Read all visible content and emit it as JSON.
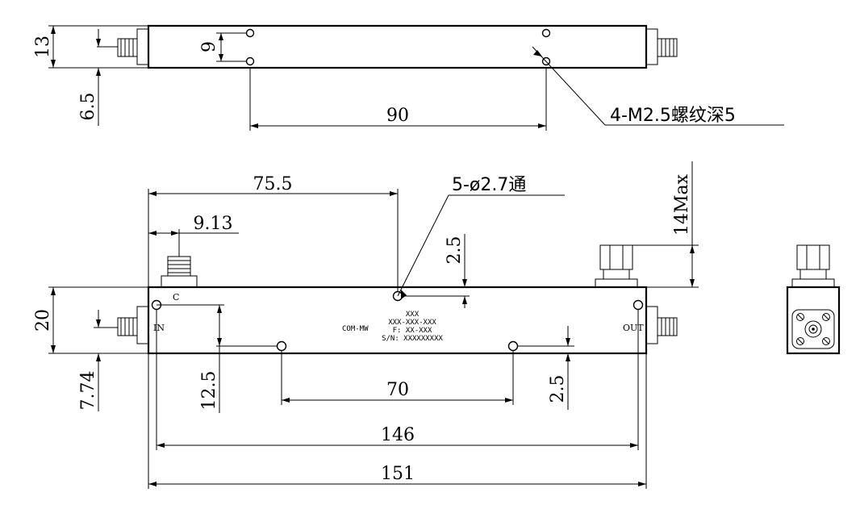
{
  "dimensions": {
    "top_height": "13",
    "top_offset": "6.5",
    "top_hole_spacing": "9",
    "top_hole_pitch": "90",
    "thread_callout": "4-M2.5螺纹深5",
    "front_left_to_hole": "75.5",
    "connector_offset": "9.13",
    "through_holes": "5-ø2.7通",
    "max_height": "14Max",
    "hole_top_offset": "2.5",
    "body_height": "20",
    "port_height": "7.74",
    "hole_side_offset": "12.5",
    "hole_pitch": "70",
    "hole_bottom_offset": "2.5",
    "hole_span": "146",
    "overall_length": "151"
  },
  "labels": {
    "coupled_port": "C",
    "input_port": "IN",
    "output_port": "OUT",
    "brand": "COM-MW",
    "model": "XXX",
    "part_number": "XXX-XXX-XXX",
    "frequency": "F: XX-XXX",
    "serial": "S/N: XXXXXXXXX"
  }
}
